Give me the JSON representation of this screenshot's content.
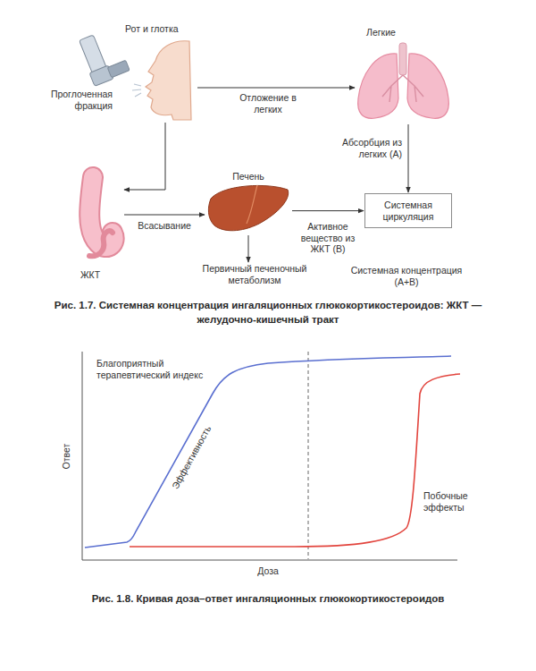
{
  "diagram": {
    "caption": "Рис. 1.7. Системная концентрация ингаляционных глюкокортикостероидов: ЖКТ — желудочно-кишечный тракт",
    "nodes": [
      {
        "text": [
          "Рот и глотка"
        ]
      },
      {
        "text": [
          "Легкие"
        ]
      },
      {
        "text": [
          "ЖКТ"
        ]
      },
      {
        "text": [
          "Печень"
        ]
      },
      {
        "text": [
          "Системная циркуляция"
        ]
      },
      {
        "text": [
          "Первичный печеночный метаболизм"
        ]
      }
    ],
    "edges": [
      {
        "from": 0,
        "to": 1,
        "arrow": "to",
        "label": "Отложение в легких"
      },
      {
        "from": 0,
        "to": 2,
        "arrow": "to"
      },
      {
        "from": 2,
        "to": 3,
        "arrow": "to",
        "label": "Всасывание"
      },
      {
        "from": 3,
        "to": 4,
        "arrow": "to",
        "label": "Активное вещество из ЖКТ (B)"
      },
      {
        "from": 1,
        "to": 4,
        "arrow": "to",
        "label": "Абсорбция из легких (A)"
      },
      {
        "from": 3,
        "to": 5,
        "arrow": "to"
      }
    ],
    "labels": [
      "Проглоченная фракция",
      "Системная концентрация (A+B)",
      "Благоприятный терапевтический индекс",
      "Эффективность",
      "Побочные эффекты",
      "Ответ",
      "Доза",
      "Рис. 1.8. Кривая доза–ответ ингаляционных глюкокортикостероидов"
    ]
  }
}
